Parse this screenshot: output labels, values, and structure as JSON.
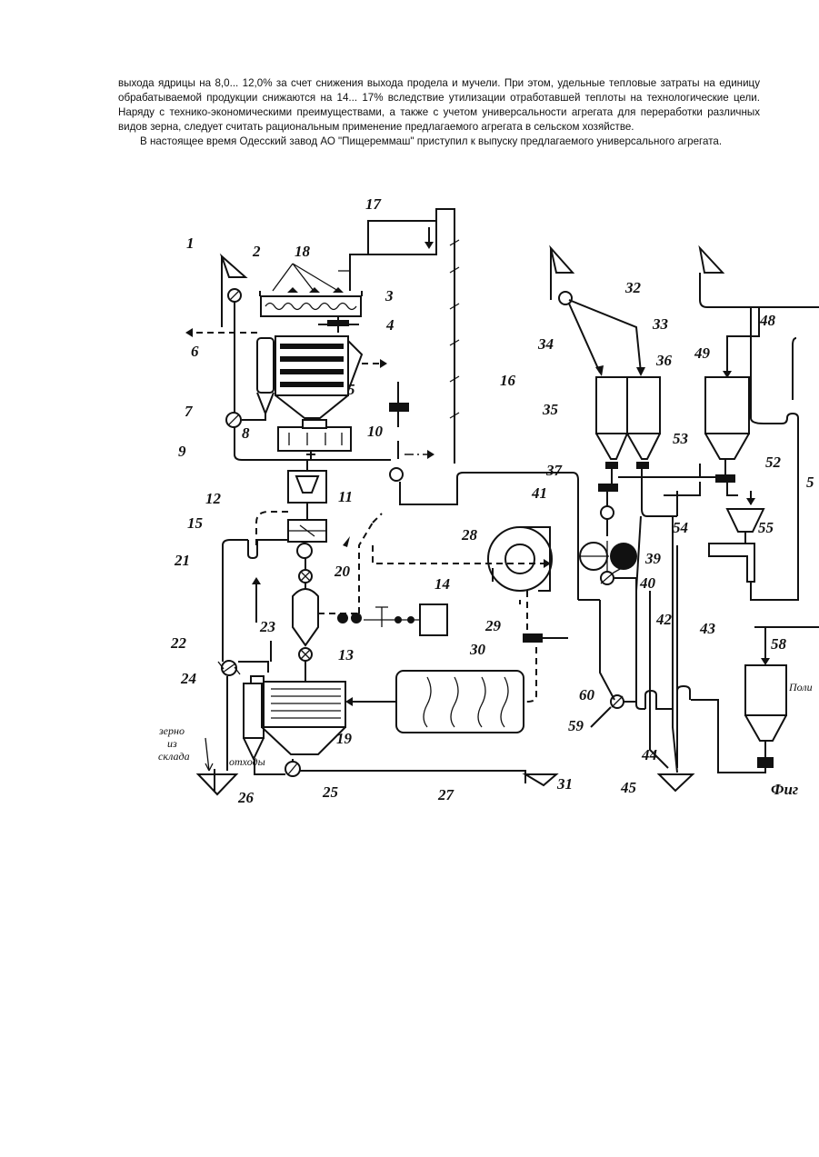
{
  "document": {
    "paragraphs": [
      "выхода ядрицы на 8,0... 12,0% за счет снижения выхода продела и мучели. При этом, удельные тепловые затраты на единицу обрабатываемой продукции снижаются на 14... 17% вследствие утилизации отработавшей теплоты на технологические цели. Наряду с технико-экономическими преимуществами, а также с учетом универсальности агрегата для переработки различных видов зерна, следует считать рациональным применение предлагаемого агрегата в сельском хозяйстве.",
      "В настоящее время Одесский завод АО \"Пищереммаш\" приступил к выпуску предлагаемого универсального агрегата."
    ]
  },
  "scheme": {
    "labels": {
      "n1": "1",
      "n2": "2",
      "n3": "3",
      "n4": "4",
      "n5": "5",
      "n6": "6",
      "n7": "7",
      "n8": "8",
      "n9": "9",
      "n10": "10",
      "n11": "11",
      "n12": "12",
      "n13": "13",
      "n14": "14",
      "n15": "15",
      "n16": "16",
      "n17": "17",
      "n18": "18",
      "n19": "19",
      "n20": "20",
      "n21": "21",
      "n22": "22",
      "n23": "23",
      "n24": "24",
      "n25": "25",
      "n26": "26",
      "n27": "27",
      "n28": "28",
      "n29": "29",
      "n30": "30",
      "n31": "31",
      "n32": "32",
      "n33": "33",
      "n34": "34",
      "n35": "35",
      "n36": "36",
      "n37": "37",
      "n39": "39",
      "n40": "40",
      "n41": "41",
      "n42": "42",
      "n43": "43",
      "n44": "44",
      "n45": "45",
      "n48": "48",
      "n49": "49",
      "n52": "52",
      "n53": "53",
      "n54": "54",
      "n55": "55",
      "n57": "5",
      "n58": "58",
      "n59": "59",
      "n60": "60"
    },
    "annotations": {
      "grain_from_storage_1": "зерно",
      "grain_from_storage_2": "из",
      "grain_from_storage_3": "склада",
      "waste": "отходы",
      "pol": "Поли",
      "fig": "Фиг"
    }
  }
}
